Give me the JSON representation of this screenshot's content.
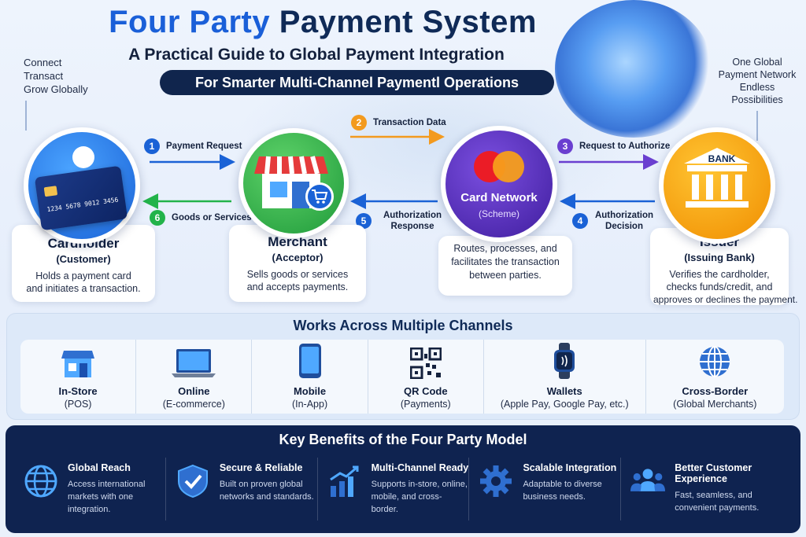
{
  "header": {
    "title_part1": "Four Party",
    "title_part2": "Payment System",
    "subtitle": "A Practical Guide to Global Payment Integration",
    "banner": "For Smarter Multi-Channel Paymentl Operations",
    "tagline_left": [
      "Connect",
      "Transact",
      "Grow Globally"
    ],
    "tagline_right": [
      "One Global",
      "Payment Network",
      "Endless Possibilities"
    ]
  },
  "parties": {
    "cardholder": {
      "name": "Cardholder",
      "role": "(Customer)",
      "desc": [
        "Holds a payment card",
        "and initiates a transaction."
      ],
      "card_number": "1234 5678 9012 3456",
      "color": "#1a62d6"
    },
    "merchant": {
      "name": "Merchant",
      "role": "(Acceptor)",
      "desc": [
        "Sells goods or services",
        "and accepts payments."
      ],
      "color": "#1f9a3a"
    },
    "network": {
      "name": "Card Network",
      "role": "(Scheme)",
      "desc": [
        "Routes, processes, and",
        "facilitates the transaction",
        "between parties."
      ],
      "color": "#3f1d9e"
    },
    "issuer": {
      "name": "Issuer",
      "role": "(Issuing Bank)",
      "desc": [
        "Verifies the cardholder,",
        "checks funds/credit, and",
        "approves or declines the payment."
      ],
      "bank_sign": "BANK",
      "color": "#f08d00"
    }
  },
  "steps": [
    {
      "num": "1",
      "label": "Payment Request",
      "color": "#1a62d6"
    },
    {
      "num": "2",
      "label": "Transaction Data",
      "color": "#f39a1e"
    },
    {
      "num": "3",
      "label": "Request to Authorize",
      "color": "#6a3fd0"
    },
    {
      "num": "4",
      "label": "Authorization Decision",
      "color": "#1a62d6"
    },
    {
      "num": "5",
      "label": "Authorization Response",
      "color": "#1a62d6"
    },
    {
      "num": "6",
      "label": "Goods or Services",
      "color": "#22b34a"
    }
  ],
  "channels": {
    "title": "Works Across Multiple Channels",
    "items": [
      {
        "name": "In-Store",
        "sub": "(POS)",
        "icon": "store-icon"
      },
      {
        "name": "Online",
        "sub": "(E-commerce)",
        "icon": "laptop-icon"
      },
      {
        "name": "Mobile",
        "sub": "(In-App)",
        "icon": "smartphone-icon"
      },
      {
        "name": "QR Code",
        "sub": "(Payments)",
        "icon": "qr-code-icon"
      },
      {
        "name": "Wallets",
        "sub": "(Apple Pay, Google Pay, etc.)",
        "icon": "smartwatch-icon"
      },
      {
        "name": "Cross-Border",
        "sub": "(Global Merchants)",
        "icon": "globe-icon"
      }
    ]
  },
  "benefits": {
    "title": "Key Benefits of the Four Party Model",
    "items": [
      {
        "name": "Global Reach",
        "desc": [
          "Access international",
          "markets with one integration."
        ],
        "icon": "globe-icon"
      },
      {
        "name": "Secure & Reliable",
        "desc": [
          "Built on proven global",
          "networks and standards."
        ],
        "icon": "shield-check-icon"
      },
      {
        "name": "Multi-Channel Ready",
        "desc": [
          "Supports in-store, online,",
          "mobile, and cross-border."
        ],
        "icon": "growth-chart-icon"
      },
      {
        "name": "Scalable Integration",
        "desc": [
          "Adaptable to diverse",
          "business needs."
        ],
        "icon": "gear-icon"
      },
      {
        "name": "Better Customer Experience",
        "desc": [
          "Fast, seamless, and",
          "convenient payments."
        ],
        "icon": "users-icon"
      }
    ]
  }
}
